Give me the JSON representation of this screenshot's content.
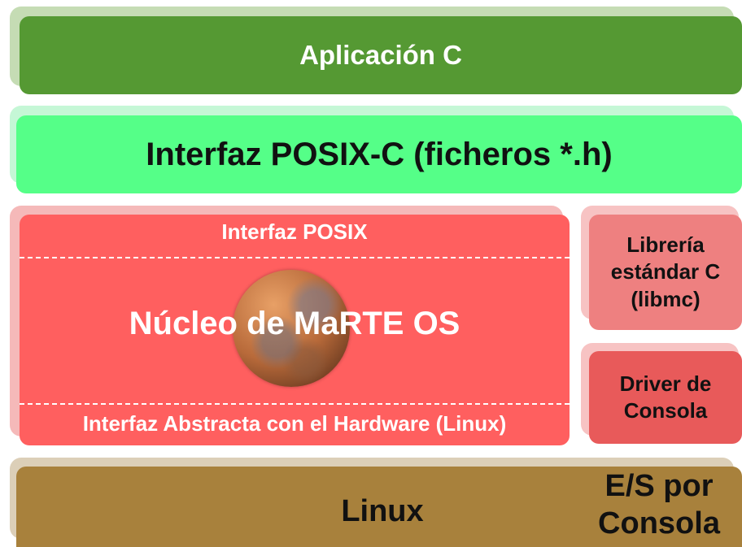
{
  "layers": {
    "application": {
      "label": "Aplicación C",
      "color": "#559933"
    },
    "posix_c_interface": {
      "label": "Interfaz POSIX-C (ficheros *.h)",
      "color": "#55ff88"
    },
    "kernel": {
      "top_label": "Interfaz POSIX",
      "title": "Núcleo de MaRTE OS",
      "bottom_label": "Interfaz Abstracta con el Hardware (Linux)",
      "icon": "mars-planet-icon",
      "color": "#ff5f5f"
    },
    "libc": {
      "lines": [
        "Librería",
        "estándar C",
        "(libmc)"
      ],
      "color": "#ee8080"
    },
    "console_driver": {
      "lines": [
        "Driver de",
        "Consola"
      ],
      "color": "#e85a5a"
    },
    "linux": {
      "label": "Linux",
      "io_lines": [
        "E/S por",
        "Consola"
      ],
      "color": "#a8813c"
    }
  }
}
